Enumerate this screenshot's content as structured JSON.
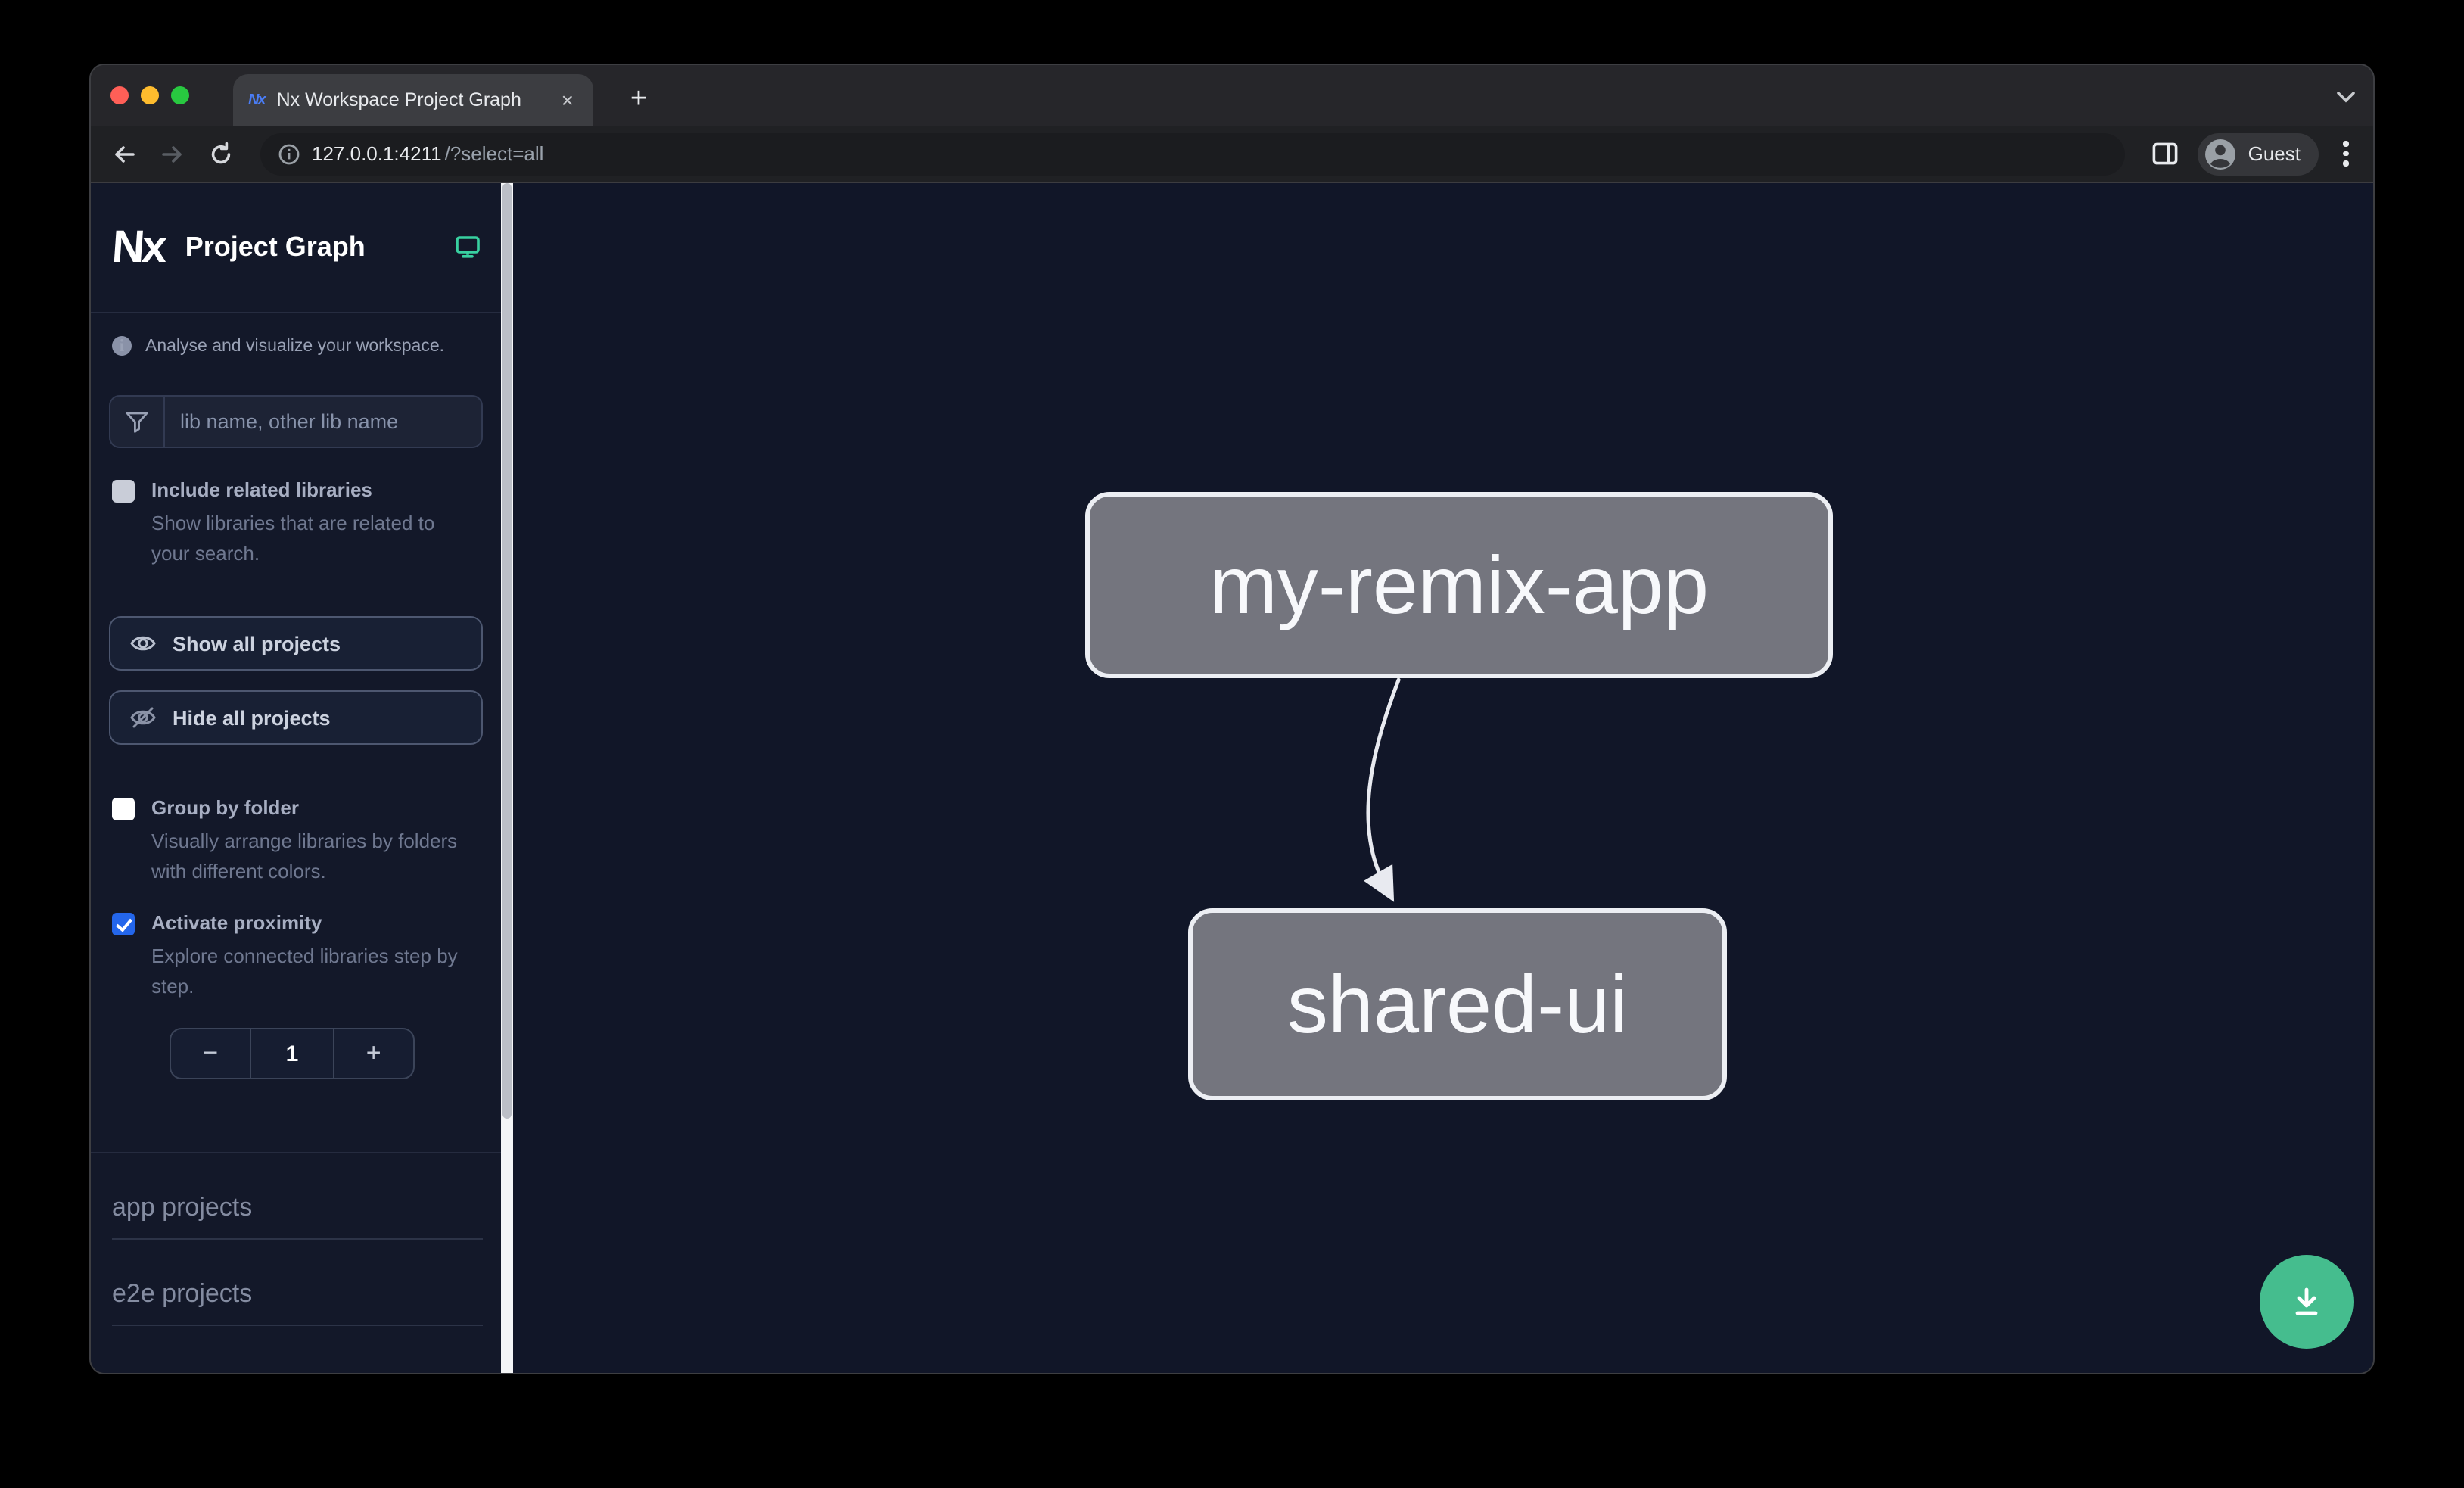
{
  "browser": {
    "tab_title": "Nx Workspace Project Graph",
    "url": {
      "host": "127.0.0.1:4211",
      "path": "/?select=all"
    },
    "profile_label": "Guest"
  },
  "icons": {
    "favicon_text": "Nx",
    "close": "×",
    "new_tab": "+"
  },
  "sidebar": {
    "logo_text": "Nx",
    "title": "Project Graph",
    "tagline": "Analyse and visualize your workspace.",
    "filter_placeholder": "lib name, other lib name",
    "include_related": {
      "label": "Include related libraries",
      "description": "Show libraries that are related to your search.",
      "checked": false
    },
    "show_all_label": "Show all projects",
    "hide_all_label": "Hide all projects",
    "group_by_folder": {
      "label": "Group by folder",
      "description": "Visually arrange libraries by folders with different colors.",
      "checked": false
    },
    "proximity": {
      "label": "Activate proximity",
      "description": "Explore connected libraries step by step.",
      "checked": true
    },
    "stepper": {
      "decrement": "−",
      "value": "1",
      "increment": "+"
    },
    "sections": [
      "app projects",
      "e2e projects"
    ]
  },
  "graph": {
    "nodes": [
      {
        "id": "my-remix-app"
      },
      {
        "id": "shared-ui"
      }
    ],
    "edges": [
      {
        "from": "my-remix-app",
        "to": "shared-ui"
      }
    ]
  },
  "colors": {
    "checkbox_accent": "#2466eb",
    "monitor_icon": "#38d0a0",
    "fab_green": "#45bd8e",
    "node_fill": "#74757e",
    "canvas_bg": "#111628"
  }
}
